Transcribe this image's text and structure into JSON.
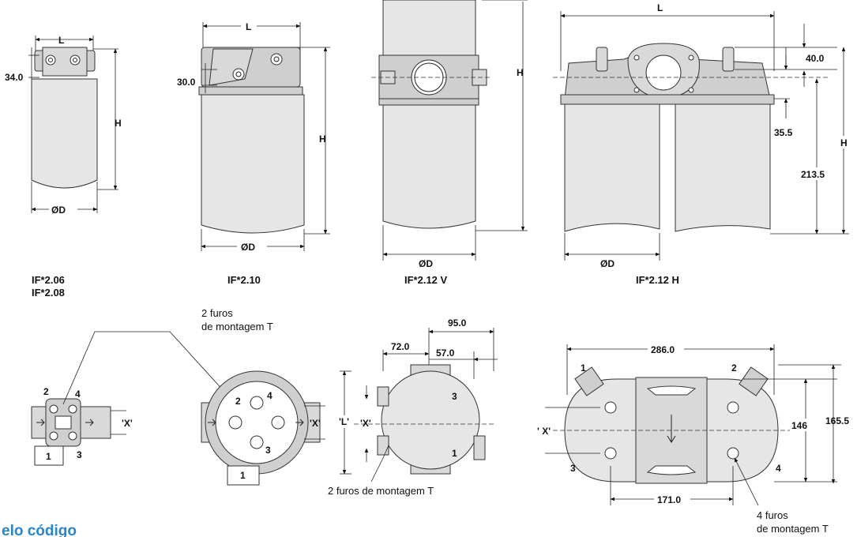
{
  "colors": {
    "accent_text": "#2a86c8",
    "body_fill": "#e6e6e6"
  },
  "models": {
    "m206": {
      "caption_1": "IF*2.06",
      "caption_2": "IF*2.08",
      "dim_L": "L",
      "dim_34": "34.0",
      "dim_H": "H",
      "dim_D": "ØD"
    },
    "m210": {
      "caption": "IF*2.10",
      "dim_L": "L",
      "dim_30": "30.0",
      "dim_H": "H",
      "dim_D": "ØD"
    },
    "m212v": {
      "caption": "IF*2.12 V",
      "dim_H": "H",
      "dim_D": "ØD"
    },
    "m212h": {
      "caption": "IF*2.12 H",
      "dim_L": "L",
      "dim_40": "40.0",
      "dim_355": "35.5",
      "dim_H": "H",
      "dim_2135": "213.5",
      "dim_D": "ØD"
    }
  },
  "top_views": {
    "v1": {
      "port_1": "1",
      "port_2": "2",
      "port_3": "3",
      "port_4": "4",
      "x_label": "'X'"
    },
    "v2": {
      "port_1": "1",
      "port_2": "2",
      "port_3": "3",
      "port_4": "4",
      "x_label": "'X'",
      "holes_note_1": "2 furos",
      "holes_note_2": "de montagem T"
    },
    "v3": {
      "dim_95": "95.0",
      "dim_72": "72.0",
      "dim_57": "57.0",
      "l_label": "'L'",
      "x_label": "'X'",
      "port_1": "1",
      "port_3": "3",
      "holes_note": "2 furos de montagem T"
    },
    "v4": {
      "dim_286": "286.0",
      "dim_146": "146",
      "dim_1655": "165.5",
      "dim_171": "171.0",
      "x_label": "' X'",
      "port_1": "1",
      "port_2": "2",
      "port_3": "3",
      "port_4": "4",
      "holes_note_1": "4 furos",
      "holes_note_2": "de montagem T"
    }
  },
  "footer": {
    "section_heading_partial": "elo código"
  },
  "icons": [
    "arrow-right-icon",
    "arrow-down-icon",
    "leader-arrow-icon"
  ]
}
